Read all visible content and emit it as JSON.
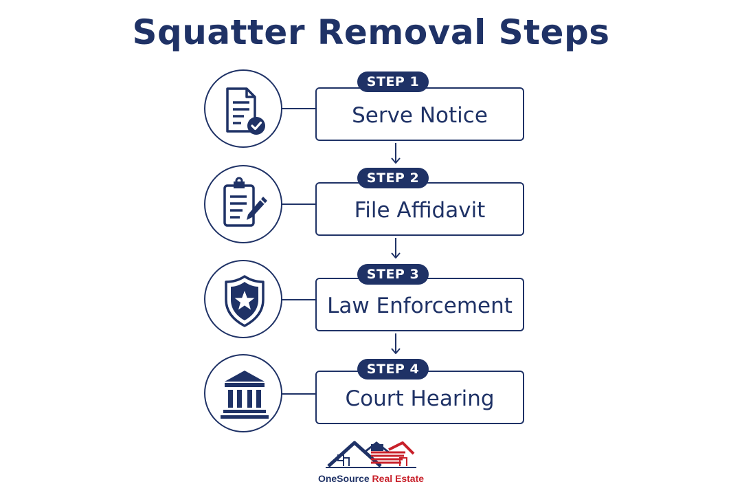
{
  "title": "Squatter Removal Steps",
  "colors": {
    "primary": "#1f3266",
    "accent": "#c8202a",
    "background": "#ffffff"
  },
  "steps": [
    {
      "badge": "STEP 1",
      "label": "Serve Notice",
      "icon": "document-check-icon"
    },
    {
      "badge": "STEP 2",
      "label": "File Affidavit",
      "icon": "clipboard-pen-icon"
    },
    {
      "badge": "STEP 3",
      "label": "Law Enforcement",
      "icon": "shield-star-icon"
    },
    {
      "badge": "STEP 4",
      "label": "Court Hearing",
      "icon": "courthouse-icon"
    }
  ],
  "logo": {
    "name_primary": "OneSource",
    "name_accent": "Real Estate"
  }
}
